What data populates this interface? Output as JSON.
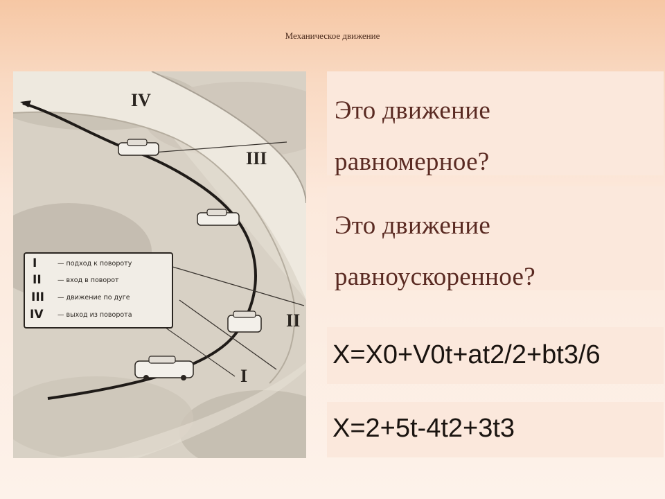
{
  "slide": {
    "title": "Механическое движение"
  },
  "figure": {
    "roman_labels": [
      "IV",
      "III",
      "II",
      "I"
    ],
    "legend": [
      {
        "numeral": "I",
        "text": "— подход к повороту"
      },
      {
        "numeral": "II",
        "text": "— вход в поворот"
      },
      {
        "numeral": "III",
        "text": "— движение по дуге"
      },
      {
        "numeral": "IV",
        "text": "— выход из поворота"
      }
    ]
  },
  "questions": [
    {
      "line1": "Это движение",
      "line2": "равномерное?"
    },
    {
      "line1": "Это движение",
      "line2": "равноускоренное?"
    }
  ],
  "formulas": [
    "X=X0+V0t+at2/2+bt3/6",
    "X=2+5t-4t2+3t3"
  ],
  "colors": {
    "question_text": "#5a2a22",
    "box_background": "#fbe8dc",
    "header_gradient_top": "#f6c7a4"
  }
}
